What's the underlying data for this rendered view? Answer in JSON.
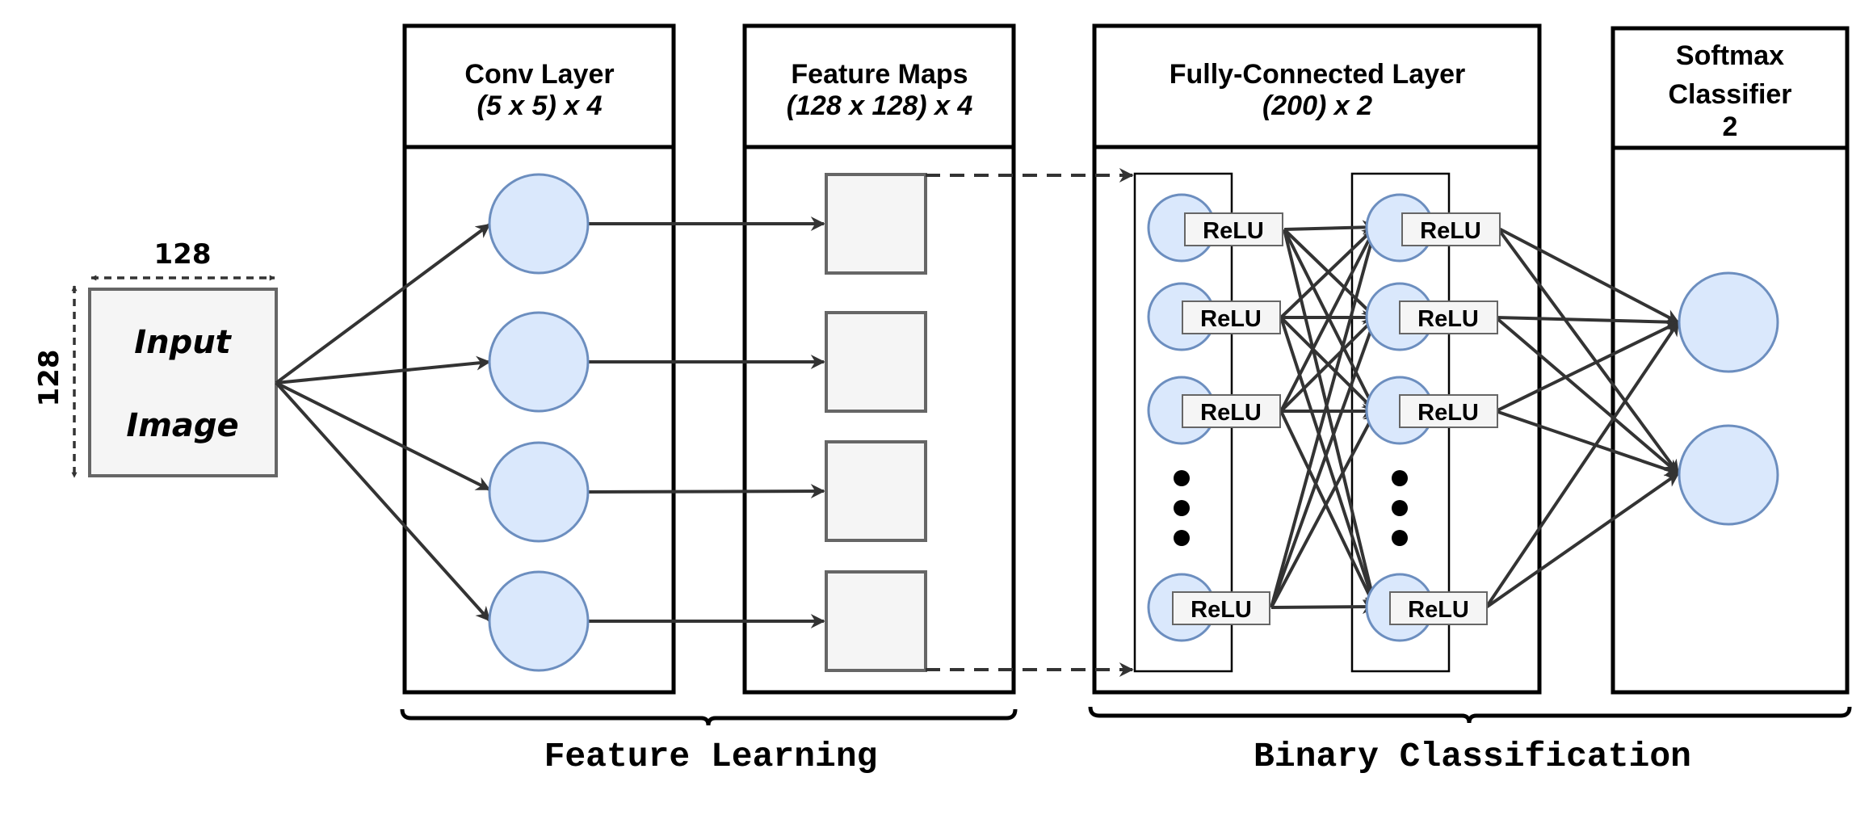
{
  "input": {
    "line1": "Input",
    "line2": "Image",
    "width_label": "128",
    "height_label": "128"
  },
  "conv_layer": {
    "title": "Conv Layer",
    "subtitle": "(5 x 5) x 4"
  },
  "feature_maps": {
    "title": "Feature Maps",
    "subtitle": "(128 x 128) x 4"
  },
  "fc_layer": {
    "title": "Fully-Connected Layer",
    "subtitle": "(200) x 2",
    "activation_label": "ReLU"
  },
  "softmax": {
    "line1": "Softmax",
    "line2": "Classifier",
    "line3": "2"
  },
  "sections": {
    "feature_learning": "Feature Learning",
    "binary_classification": "Binary Classification"
  },
  "colors": {
    "node_fill": "#dae8fc",
    "node_stroke": "#6c8ebf",
    "box_fill": "#f5f5f5",
    "box_stroke": "#666666",
    "line": "#333333"
  }
}
